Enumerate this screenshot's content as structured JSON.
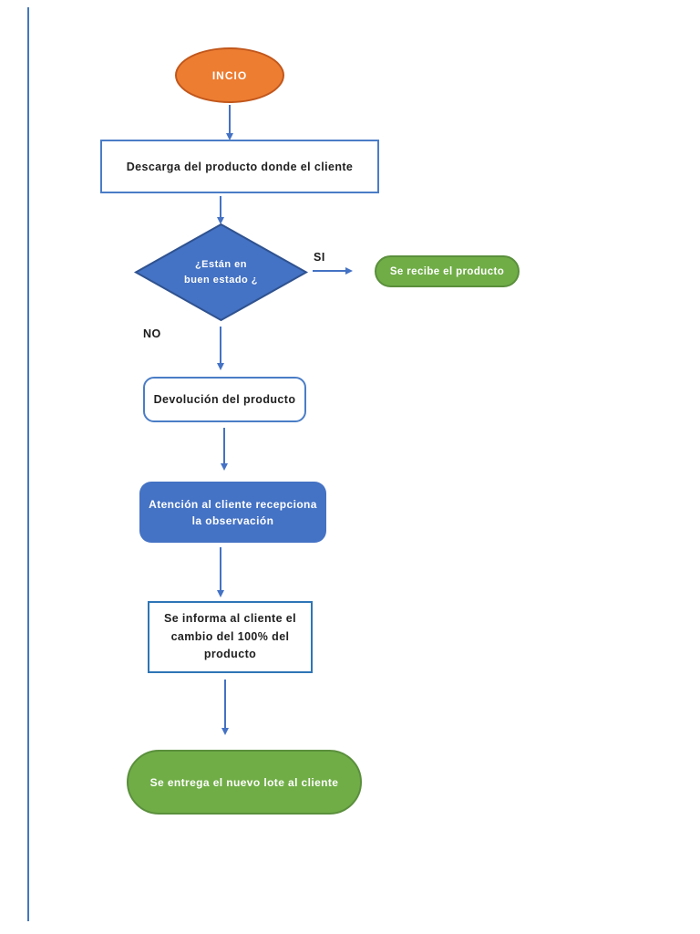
{
  "page": {
    "background": "#ffffff",
    "edge_line_color": "#4577bb"
  },
  "flow": {
    "arrow_color": "#4472c4",
    "labels": {
      "yes": "SI",
      "no": "NO"
    },
    "nodes": {
      "start": {
        "label": "INCIO",
        "fill": "#ed7d31",
        "border": "#c1571c",
        "text_color": "#ffffff"
      },
      "download": {
        "label": "Descarga del producto donde el cliente",
        "fill": "#ffffff",
        "border": "#4a7dc6",
        "text_color": "#1f1f1f"
      },
      "decision": {
        "line1": "¿Están en",
        "line2": "buen estado ¿",
        "fill": "#4472c4",
        "border": "#2f528f",
        "text_color": "#ffffff"
      },
      "receive": {
        "label": "Se recibe el producto",
        "fill": "#70ad47",
        "border": "#5a8f3c",
        "text_color": "#ffffff"
      },
      "return": {
        "label": "Devolución del producto",
        "fill": "#ffffff",
        "border": "#4a7dc6",
        "text_color": "#1f1f1f"
      },
      "attention": {
        "line1": "Atención al cliente recepciona",
        "line2": "la observación",
        "fill": "#4472c4",
        "text_color": "#ffffff"
      },
      "inform": {
        "line1": "Se informa al cliente el",
        "line2": "cambio del 100% del",
        "line3": "producto",
        "fill": "#ffffff",
        "border": "#2e75b6",
        "text_color": "#1f1f1f"
      },
      "deliver": {
        "label": "Se entrega el nuevo lote al cliente",
        "fill": "#70ad47",
        "border": "#5a8f3c",
        "text_color": "#ffffff"
      }
    }
  }
}
